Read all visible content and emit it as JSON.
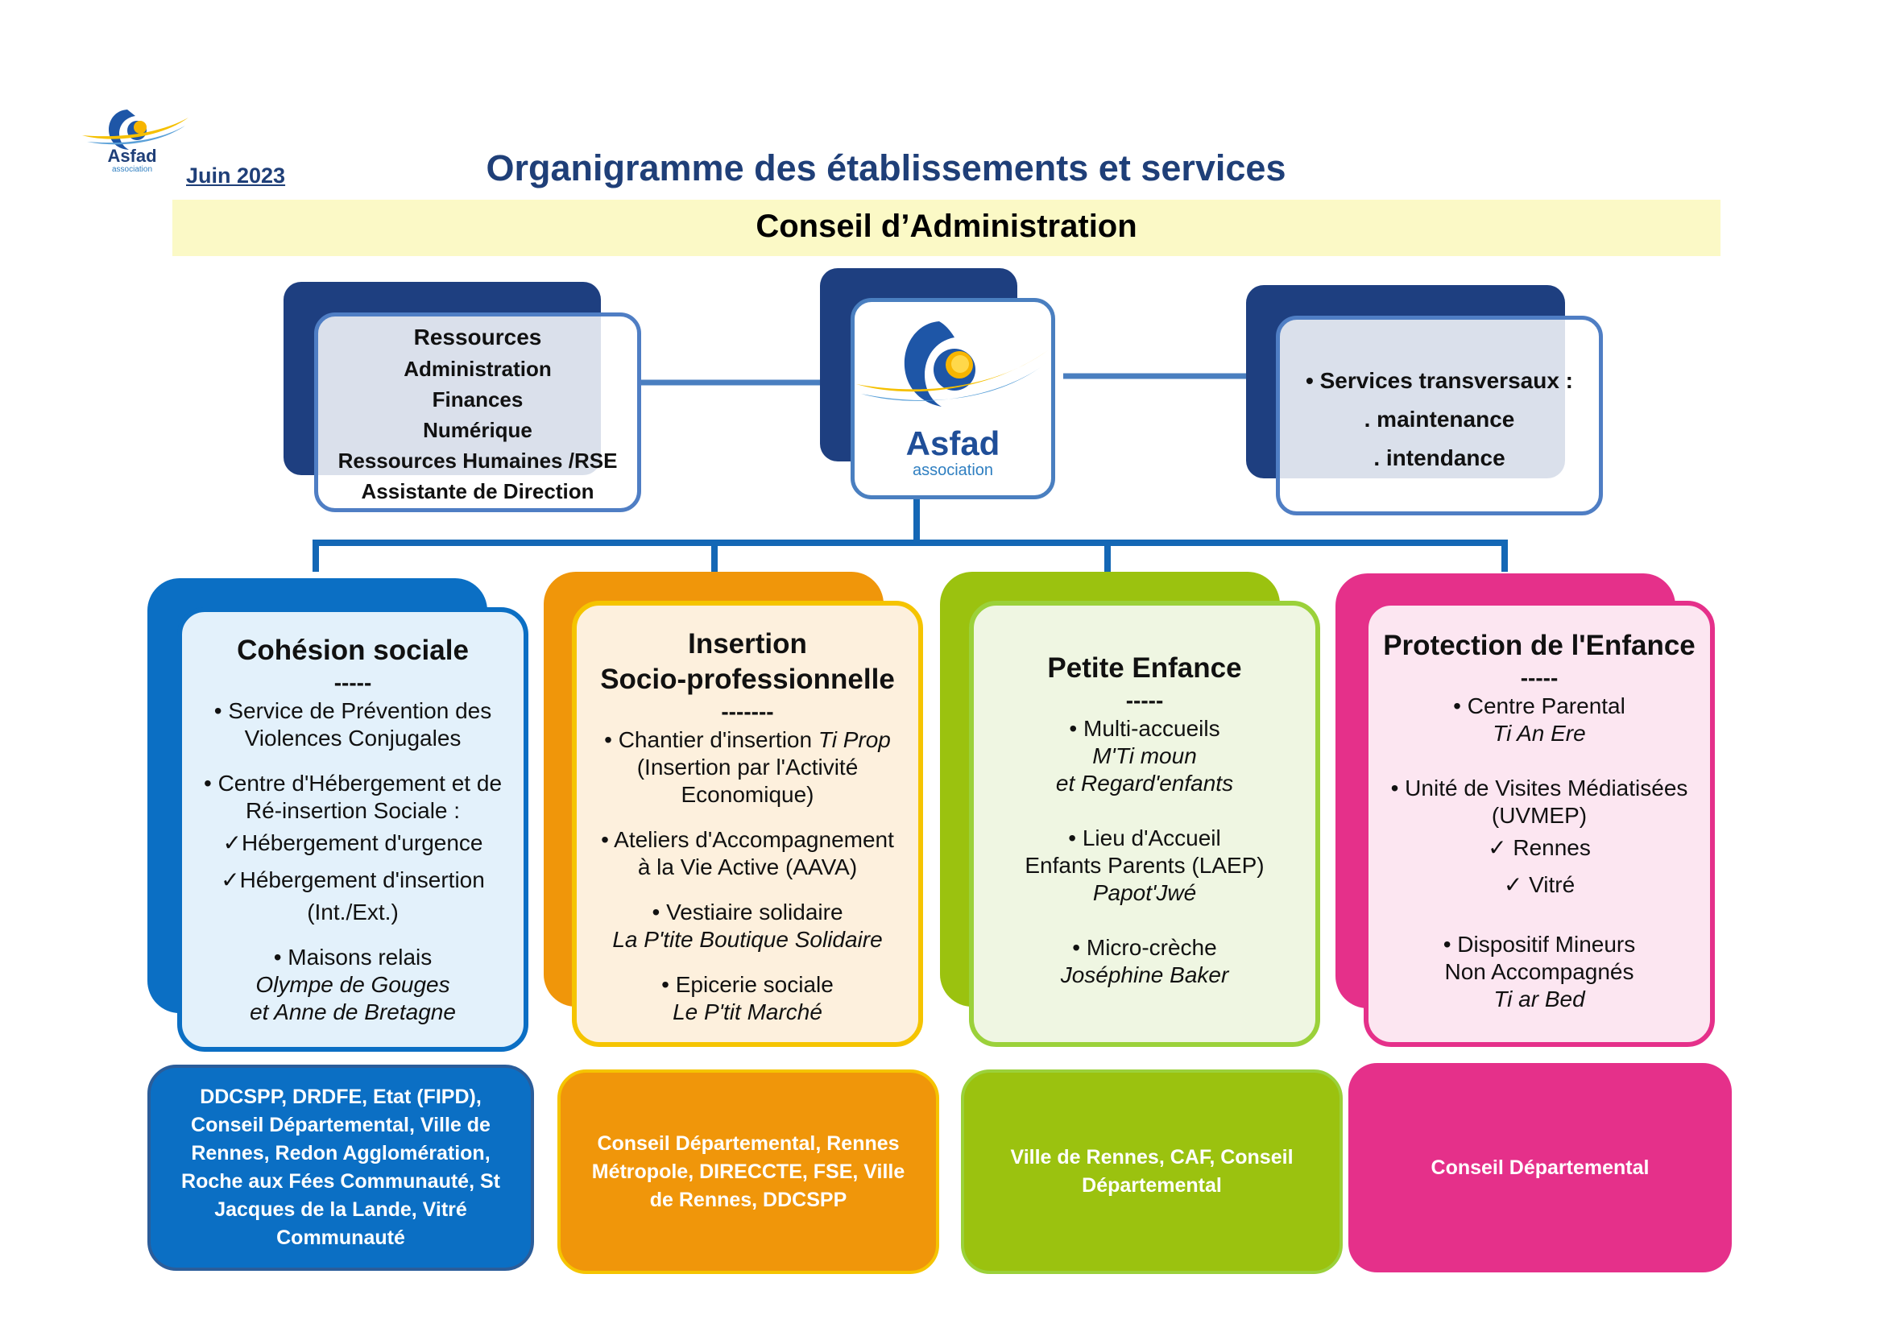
{
  "header": {
    "date": "Juin 2023",
    "title": "Organigramme des établissements et services",
    "board": "Conseil d’Administration"
  },
  "logo": {
    "name": "Asfad",
    "subtitle": "association"
  },
  "ressources": {
    "title": "Ressources",
    "items": [
      "Administration",
      "Finances",
      "Numérique",
      "Ressources Humaines /RSE",
      "Assistante de Direction"
    ]
  },
  "transversaux": {
    "lines": [
      "• Services transversaux :",
      ". maintenance",
      ". intendance"
    ]
  },
  "columns": [
    {
      "title": "Cohésion sociale",
      "separator": "-----",
      "lines": [
        {
          "t": "• Service de Prévention des",
          "s": "ln"
        },
        {
          "t": "Violences Conjugales",
          "s": "ln"
        },
        {
          "t": "",
          "s": "gap"
        },
        {
          "t": "• Centre d'Hébergement et de",
          "s": "ln"
        },
        {
          "t": "Ré-insertion Sociale  :",
          "s": "ln"
        },
        {
          "t": "✓Hébergement d'urgence",
          "s": "ln2"
        },
        {
          "t": "✓Hébergement d'insertion",
          "s": "ln2"
        },
        {
          "t": "(Int./Ext.)",
          "s": "ln"
        },
        {
          "t": "",
          "s": "gap"
        },
        {
          "t": "• Maisons relais",
          "s": "ln"
        },
        {
          "t": "Olympe de Gouges",
          "s": "it"
        },
        {
          "t": "et Anne de Bretagne",
          "s": "it"
        }
      ],
      "funders": "DDCSPP, DRDFE, Etat (FIPD), Conseil Départemental, Ville de Rennes, Redon Agglomération, Roche aux Fées Communauté, St Jacques de la Lande, Vitré Communauté",
      "colors": {
        "main": "#0b6fc4",
        "border": "#0b6fc4",
        "tint": "#e3f1fb",
        "fund": "#0b6fc4",
        "fundBorder": "#2b5d9a"
      }
    },
    {
      "title": "Insertion Socio-professionnelle",
      "separator": "-------",
      "lines": [
        {
          "t": "• Chantier d'insertion ",
          "s": "ln",
          "em": "Ti Prop"
        },
        {
          "t": "(Insertion par l'Activité",
          "s": "ln"
        },
        {
          "t": "Economique)",
          "s": "ln"
        },
        {
          "t": "",
          "s": "gap"
        },
        {
          "t": "• Ateliers d'Accompagnement",
          "s": "ln"
        },
        {
          "t": "à la Vie Active (AAVA)",
          "s": "ln"
        },
        {
          "t": "",
          "s": "gap"
        },
        {
          "t": "• Vestiaire solidaire",
          "s": "ln"
        },
        {
          "t": "La P'tite Boutique Solidaire",
          "s": "it"
        },
        {
          "t": "",
          "s": "gap"
        },
        {
          "t": "• Epicerie sociale",
          "s": "ln"
        },
        {
          "t": "Le P'tit Marché",
          "s": "it"
        }
      ],
      "funders": "Conseil Départemental, Rennes Métropole, DIRECCTE, FSE, Ville de Rennes, DDCSPP",
      "colors": {
        "main": "#f0960a",
        "border": "#f5c400",
        "tint": "#fdf0dd",
        "fund": "#f0960a",
        "fundBorder": "#f5c400"
      }
    },
    {
      "title": "Petite Enfance",
      "separator": "-----",
      "lines": [
        {
          "t": "• Multi-accueils",
          "s": "ln"
        },
        {
          "t": "M'Ti moun",
          "s": "it"
        },
        {
          "t": "et Regard'enfants",
          "s": "it"
        },
        {
          "t": "",
          "s": "gap2"
        },
        {
          "t": "• Lieu d'Accueil",
          "s": "ln"
        },
        {
          "t": "Enfants Parents (LAEP)",
          "s": "ln"
        },
        {
          "t": "Papot'Jwé",
          "s": "it"
        },
        {
          "t": "",
          "s": "gap2"
        },
        {
          "t": "• Micro-crèche",
          "s": "ln"
        },
        {
          "t": "Joséphine Baker",
          "s": "it"
        }
      ],
      "funders": "Ville de Rennes, CAF, Conseil Départemental",
      "colors": {
        "main": "#9bc20f",
        "border": "#9bd13a",
        "tint": "#eff6e2",
        "fund": "#9bc20f",
        "fundBorder": "#9bd13a"
      }
    },
    {
      "title": "Protection de l'Enfance",
      "separator": "-----",
      "lines": [
        {
          "t": "• Centre Parental",
          "s": "ln"
        },
        {
          "t": "Ti An Ere",
          "s": "it"
        },
        {
          "t": "",
          "s": "gap2"
        },
        {
          "t": "• Unité de Visites Médiatisées",
          "s": "ln"
        },
        {
          "t": "(UVMEP)",
          "s": "ln"
        },
        {
          "t": "✓ Rennes",
          "s": "ln2"
        },
        {
          "t": "✓ Vitré",
          "s": "ln2"
        },
        {
          "t": "",
          "s": "gap2"
        },
        {
          "t": "• Dispositif Mineurs",
          "s": "ln"
        },
        {
          "t": "Non Accompagnés",
          "s": "ln"
        },
        {
          "t": "Ti ar Bed",
          "s": "it"
        }
      ],
      "funders": "Conseil Départemental",
      "colors": {
        "main": "#e5308a",
        "border": "#e5308a",
        "tint": "#fce6f1",
        "fund": "#e5308a",
        "fundBorder": "#e5308a"
      }
    }
  ]
}
